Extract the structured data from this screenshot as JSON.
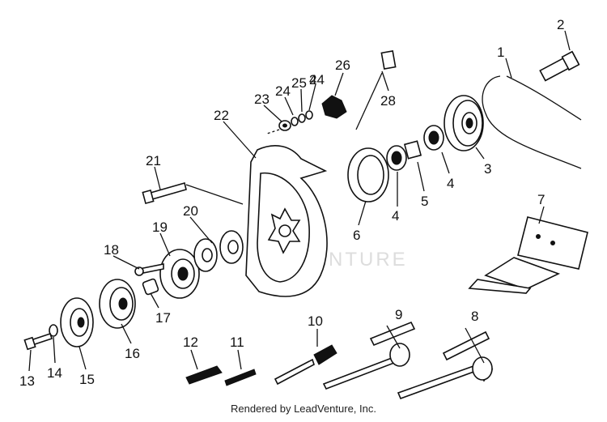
{
  "footer_text": "Rendered by LeadVenture, Inc.",
  "watermark": "VENTURE",
  "callouts": [
    "1",
    "2",
    "3",
    "4",
    "4",
    "4",
    "5",
    "6",
    "7",
    "8",
    "9",
    "10",
    "11",
    "12",
    "13",
    "14",
    "15",
    "16",
    "17",
    "18",
    "19",
    "20",
    "21",
    "22",
    "23",
    "24",
    "24",
    "25",
    "26",
    "28"
  ]
}
